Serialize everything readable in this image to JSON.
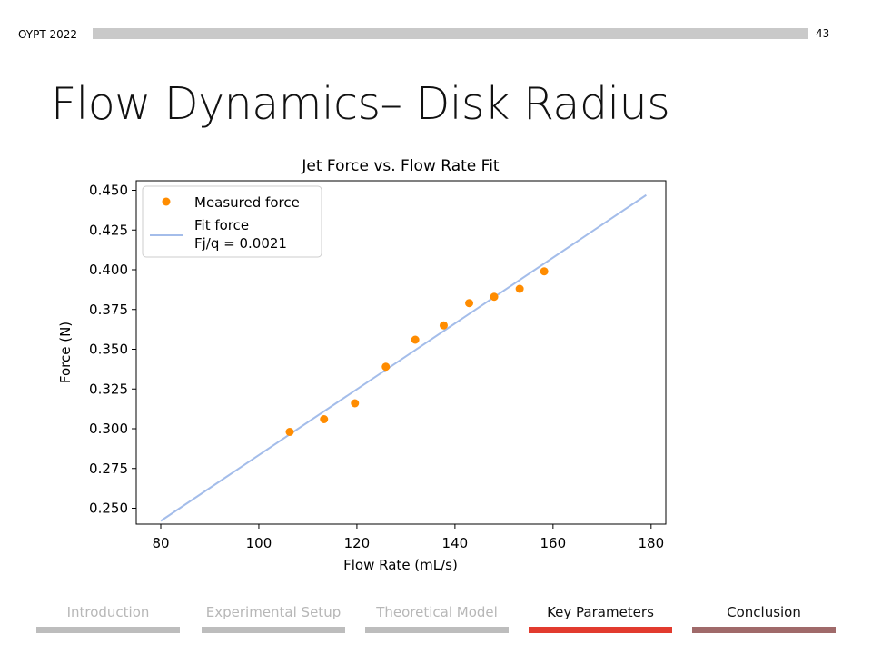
{
  "header": {
    "label": "OYPT 2022",
    "page_number": "43"
  },
  "slide": {
    "title": "Flow Dynamics– Disk Radius"
  },
  "nav": [
    {
      "label": "Introduction",
      "text_color": "#b7b7b7",
      "bar_color": "#bdbdbd"
    },
    {
      "label": "Experimental Setup",
      "text_color": "#b7b7b7",
      "bar_color": "#bdbdbd"
    },
    {
      "label": "Theoretical Model",
      "text_color": "#b7b7b7",
      "bar_color": "#bdbdbd"
    },
    {
      "label": "Key Parameters",
      "text_color": "#111111",
      "bar_color": "#e23b2e"
    },
    {
      "label": "Conclusion",
      "text_color": "#111111",
      "bar_color": "#a06a6a"
    }
  ],
  "chart_data": {
    "type": "scatter",
    "title": "Jet Force vs. Flow Rate Fit",
    "xlabel": "Flow Rate (mL/s)",
    "ylabel": "Force (N)",
    "xlim": [
      75,
      183
    ],
    "ylim": [
      0.24,
      0.456
    ],
    "xticks": [
      "80",
      "100",
      "120",
      "140",
      "160",
      "180"
    ],
    "yticks": [
      "0.250",
      "0.275",
      "0.300",
      "0.325",
      "0.350",
      "0.375",
      "0.400",
      "0.425",
      "0.450"
    ],
    "grid": false,
    "legend_position": "top-left",
    "series": [
      {
        "name": "Measured force",
        "kind": "scatter",
        "color": "#ff8c00",
        "x": [
          106.3,
          113.3,
          119.6,
          125.9,
          131.9,
          137.7,
          142.9,
          148.0,
          153.2,
          158.2
        ],
        "y": [
          0.298,
          0.306,
          0.316,
          0.339,
          0.356,
          0.365,
          0.379,
          0.383,
          0.388,
          0.399
        ]
      },
      {
        "name": "Fit force",
        "legend_extra": "Fj/q = 0.0021",
        "kind": "line",
        "color": "#a4bdea",
        "x": [
          80,
          179
        ],
        "y": [
          0.242,
          0.447
        ]
      }
    ]
  }
}
